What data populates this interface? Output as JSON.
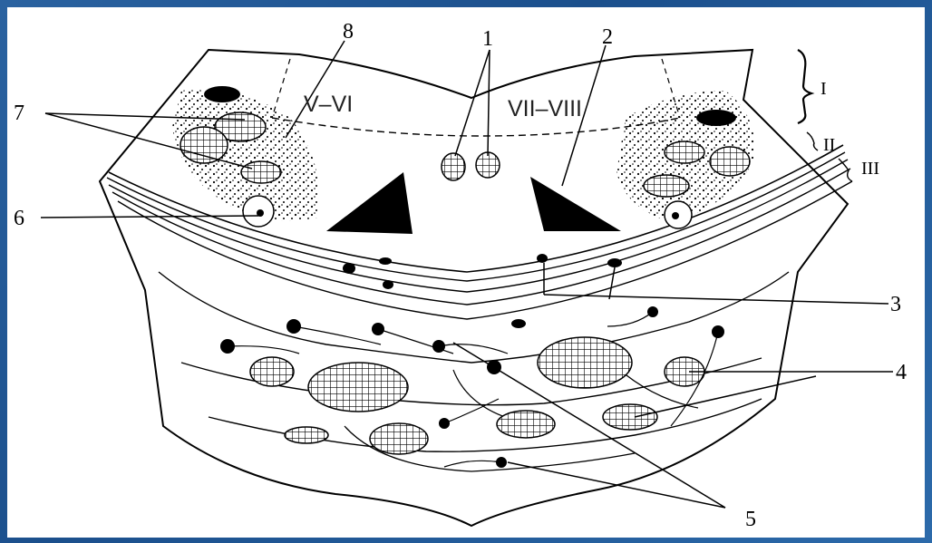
{
  "diagram": {
    "zone_labels": [
      "V–VI",
      "VII–VIII"
    ],
    "numbers": [
      "1",
      "2",
      "3",
      "4",
      "5",
      "6",
      "7",
      "8"
    ],
    "layers": [
      "I",
      "II",
      "III"
    ]
  },
  "colors": {
    "frame": "#1f4f86",
    "panel": "#ffffff",
    "ink": "#000000",
    "crosshatch_fill": "#ffffff",
    "dot_fill": "#bbbbbb"
  }
}
